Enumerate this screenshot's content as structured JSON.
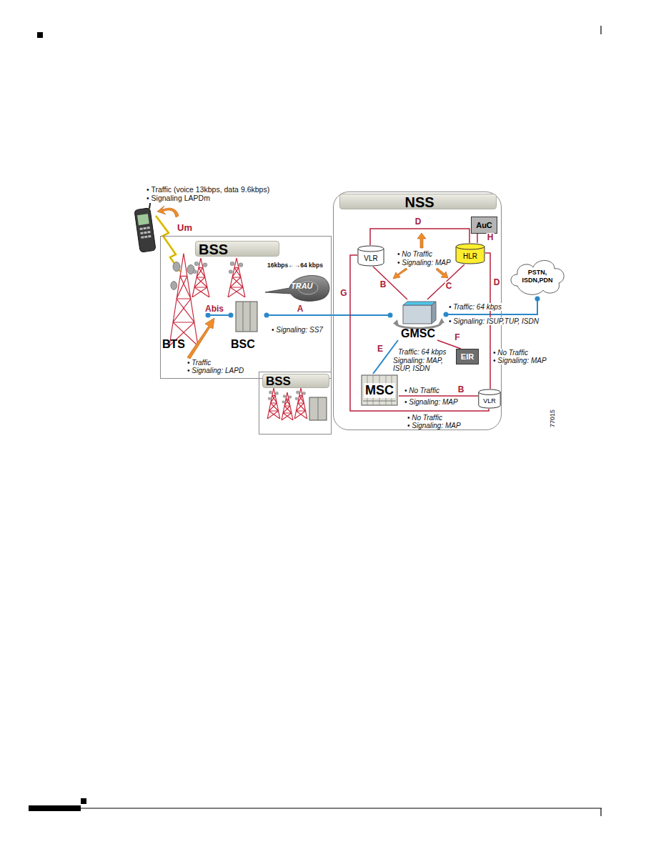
{
  "diagram": {
    "nodes": [
      {
        "text": [
          "BSS"
        ]
      },
      {
        "text": [
          "BTS"
        ],
        "in": 0
      },
      {
        "text": [
          "BSC"
        ],
        "in": 0
      },
      {
        "text": [
          "TRAU"
        ],
        "in": 0
      },
      {
        "text": [
          "BSS"
        ]
      },
      {
        "text": [
          "NSS"
        ]
      },
      {
        "text": [
          "VLR"
        ],
        "in": 5
      },
      {
        "text": [
          "HLR"
        ],
        "in": 5
      },
      {
        "text": [
          "AuC"
        ],
        "in": 5
      },
      {
        "text": [
          "GMSC"
        ],
        "in": 5
      },
      {
        "text": [
          "EIR"
        ],
        "in": 5
      },
      {
        "text": [
          "MSC"
        ],
        "in": 5
      },
      {
        "text": [
          "VLR"
        ],
        "in": 5
      },
      {
        "text": [
          "PSTN, ISDN,PDN"
        ]
      }
    ],
    "edges": [
      {
        "from": 1,
        "to": 2,
        "label": "Abis",
        "arrow": "none"
      },
      {
        "from": 2,
        "to": 9,
        "label": "A",
        "arrow": "none"
      },
      {
        "from": 6,
        "to": 7,
        "label": "D",
        "arrow": "none"
      },
      {
        "from": 6,
        "to": 9,
        "label": "B",
        "arrow": "none"
      },
      {
        "from": 7,
        "to": 9,
        "label": "C",
        "arrow": "none"
      },
      {
        "from": 7,
        "to": 8,
        "label": "H",
        "arrow": "none"
      },
      {
        "from": 9,
        "to": 10,
        "label": "F",
        "arrow": "none"
      },
      {
        "from": 9,
        "to": 11,
        "label": "E",
        "arrow": "none"
      },
      {
        "from": 9,
        "to": 13,
        "arrow": "none"
      },
      {
        "from": 11,
        "to": 12,
        "label": "B",
        "arrow": "none"
      },
      {
        "from": 6,
        "to": 12,
        "label": "G",
        "arrow": "none"
      },
      {
        "from": 7,
        "to": 12,
        "label": "D",
        "arrow": "none"
      }
    ],
    "labels": [
      "• Traffic (voice 13kbps, data 9.6kbps)",
      "• Signaling LAPDm",
      "Um",
      "16kbps←→64 kbps",
      "• Traffic",
      "• Signaling: LAPD",
      "• Signaling: SS7",
      "• No Traffic",
      "• Signaling: MAP",
      "• Traffic: 64 kbps",
      "• Signaling: ISUP,TUP, ISDN",
      "Traffic: 64 kbps",
      "Signaling: MAP, ISUP, ISDN",
      "• No Traffic",
      "• Signaling: MAP",
      "• No Traffic",
      "• Signaling: MAP",
      "• No Traffic",
      "• Signaling: MAP",
      "77015"
    ]
  }
}
